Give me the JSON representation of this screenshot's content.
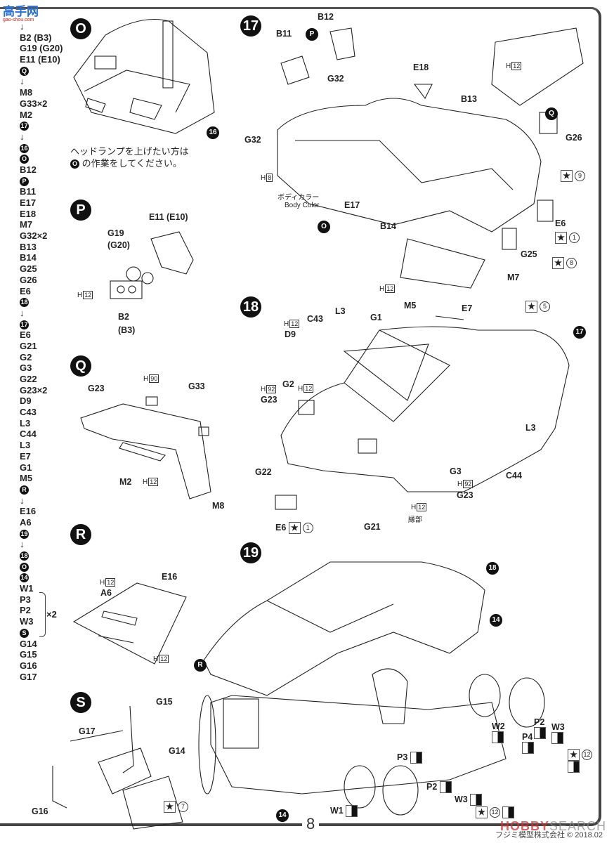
{
  "page_number": "8",
  "copyright": "フジミ模型株式会社 © 2018.02",
  "watermark": {
    "brand": "HOBBY",
    "suffix": "SEARCH"
  },
  "site_logo": {
    "title": "高手网",
    "url_text": "gao-shou.com"
  },
  "part_list": [
    "↓",
    "B2 (B3)",
    "G19 (G20)",
    "E11 (E10)",
    "Q",
    "↓",
    "M8",
    "G33×2",
    "M2",
    "17",
    "↓",
    "16",
    "O",
    "B12",
    "P",
    "B11",
    "E17",
    "E18",
    "M7",
    "G32×2",
    "B13",
    "B14",
    "G25",
    "G26",
    "E6",
    "18",
    "↓",
    "17",
    "E6",
    "G21",
    "G2",
    "G3",
    "G22",
    "G23×2",
    "D9",
    "C43",
    "L3",
    "C44",
    "L3",
    "E7",
    "G1",
    "M5",
    "R",
    "↓",
    "E16",
    "A6",
    "19",
    "↓",
    "18",
    "O",
    "14",
    "W1",
    "P3",
    "P2",
    "W3",
    "S",
    "G14",
    "G15",
    "G16",
    "G17"
  ],
  "part_list_multiplier": "×2",
  "steps": {
    "O": {
      "id": "O",
      "note_line1": "ヘッドランプを上げたい方は",
      "note_line2": "の作業をしてください。",
      "note_ref": "O",
      "callout": "16"
    },
    "P": {
      "id": "P",
      "labels": {
        "e11": "E11 (E10)",
        "g19": "G19",
        "g20": "(G20)",
        "h": "H",
        "h_num": "12",
        "b2": "B2",
        "b3": "(B3)"
      }
    },
    "Q": {
      "id": "Q",
      "labels": {
        "h90": "H",
        "h90_num": "90",
        "g33": "G33",
        "g23": "G23",
        "m2": "M2",
        "h12": "H",
        "h12_num": "12",
        "m8": "M8"
      }
    },
    "R": {
      "id": "R",
      "labels": {
        "e16": "E16",
        "h": "H",
        "h_num": "12",
        "a6": "A6",
        "h2": "H",
        "h2_num": "12"
      }
    },
    "S": {
      "id": "S",
      "labels": {
        "g15": "G15",
        "g17": "G17",
        "g14": "G14",
        "g16": "G16",
        "star": "★",
        "n7": "7"
      }
    },
    "17": {
      "id": "17",
      "labels": {
        "b12": "B12",
        "b11": "B11",
        "p": "P",
        "g32a": "G32",
        "e18": "E18",
        "h12a": "H",
        "h12a_num": "12",
        "b13": "B13",
        "q": "Q",
        "g26": "G26",
        "g32b": "G32",
        "h8": "H",
        "h8_num": "8",
        "body_jp": "ボディカラー",
        "body_en": "Body Color",
        "e17": "E17",
        "o": "O",
        "b14": "B14",
        "n9": "9",
        "e6": "E6",
        "n1": "1",
        "g25": "G25",
        "n8": "8",
        "m7": "M7",
        "h12b": "H",
        "h12b_num": "12",
        "star": "★"
      }
    },
    "18": {
      "id": "18",
      "labels": {
        "e7": "E7",
        "n5": "5",
        "c17": "17",
        "m5": "M5",
        "l3a": "L3",
        "c43": "C43",
        "g1": "G1",
        "h12a": "H",
        "h12a_num": "12",
        "d9": "D9",
        "h92a": "H",
        "h92a_num": "92",
        "g2": "G2",
        "h12b": "H",
        "h12b_num": "12",
        "g23a": "G23",
        "l3b": "L3",
        "g22": "G22",
        "g3": "G3",
        "c44": "C44",
        "h92b": "H",
        "h92b_num": "92",
        "g23b": "G23",
        "h12c": "H",
        "h12c_num": "12",
        "edge": "縁部",
        "e6": "E6",
        "n1": "1",
        "g21": "G21",
        "star": "★"
      }
    },
    "19": {
      "id": "19",
      "labels": {
        "c18": "18",
        "c14a": "14",
        "r": "R",
        "w2": "W2",
        "p4": "P4",
        "p2a": "P2",
        "w3a": "W3",
        "n12a": "12",
        "p3": "P3",
        "p2b": "P2",
        "w3b": "W3",
        "w1": "W1",
        "n12b": "12",
        "c14b": "14",
        "star": "★"
      }
    }
  },
  "colors": {
    "ink": "#222222",
    "frame": "#444444",
    "watermark": "#cc3333"
  }
}
